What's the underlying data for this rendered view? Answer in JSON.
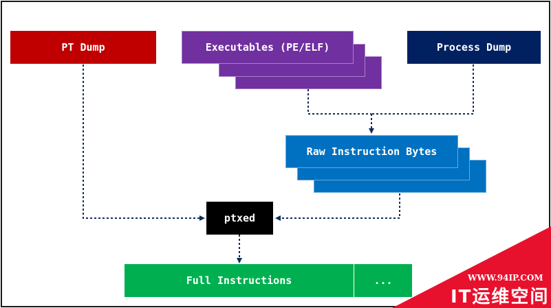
{
  "diagram": {
    "nodes": {
      "pt_dump": {
        "label": "PT Dump",
        "color": "#c00000"
      },
      "executables": {
        "label": "Executables (PE/ELF)",
        "color": "#7030a0"
      },
      "process_dump": {
        "label": "Process Dump",
        "color": "#002060"
      },
      "raw_bytes": {
        "label": "Raw Instruction Bytes",
        "color": "#0070c0"
      },
      "ptxed": {
        "label": "ptxed",
        "color": "#000000"
      },
      "full_instructions": {
        "label": "Full Instructions",
        "color": "#00b050"
      },
      "more": {
        "label": "...",
        "color": "#00b050"
      }
    },
    "edges": [
      {
        "from": "executables",
        "to": "raw_bytes",
        "style": "dotted"
      },
      {
        "from": "process_dump",
        "to": "raw_bytes",
        "style": "dotted"
      },
      {
        "from": "pt_dump",
        "to": "ptxed",
        "style": "dotted"
      },
      {
        "from": "raw_bytes",
        "to": "ptxed",
        "style": "dotted"
      },
      {
        "from": "ptxed",
        "to": "full_instructions",
        "style": "dotted"
      }
    ],
    "line_color": "#0f2a5c"
  },
  "watermark": {
    "url": "WWW.94IP.COM",
    "name": "IT运维空间",
    "color": "#e8112d"
  }
}
